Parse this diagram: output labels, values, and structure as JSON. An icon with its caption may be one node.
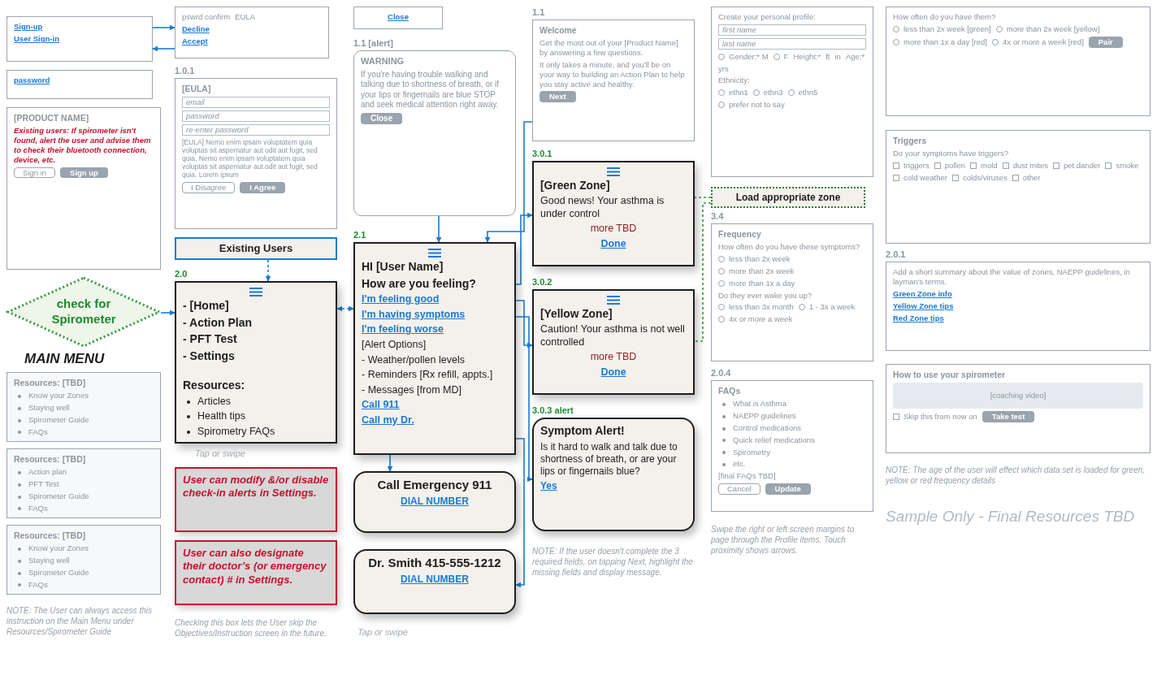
{
  "diagram": {
    "nodes": [
      {
        "text": [
          "Sign-up",
          "User Sign-in"
        ]
      },
      {
        "text": [
          "password"
        ]
      },
      {
        "text": [
          "pswrd confirm",
          "EULA",
          "Decline",
          "Accept"
        ]
      },
      {
        "text": [
          "Close"
        ]
      },
      {
        "text": [
          "[EULA]",
          "email",
          "password",
          "re-enter password",
          "[EULA] Nemo enim ipsam voluptatem quia voluptas sit aspernatur aut odit aut fugit, sed quia. Nemo enim ipsam voluptatem quia voluptas sit aspernatur aut odit aut fugit, sed quia. Lorem ipsum",
          "I Disagree",
          "I Agree"
        ],
        "beside": [
          "1.0.1"
        ]
      },
      {
        "text": [
          "WARNING",
          "If you're having trouble walking and talking due to shortness of breath, or if your lips or fingernails are blue STOP and seek medical attention right away.",
          "Close"
        ],
        "beside": [
          "1.1 [alert]"
        ]
      },
      {
        "text": [
          "Welcome",
          "Get the most out of your [Product Name] by answering a few questions.",
          "It only takes a minute, and you'll be on your way to building an Action Plan to help you stay active and healthy.",
          "Next"
        ],
        "beside": [
          "1.1"
        ]
      },
      {
        "text": [
          "Create your personal profile:",
          "first name",
          "last name",
          "Gender:* M",
          "F",
          "Height:*",
          "ft",
          "in",
          "Age:*",
          "yrs",
          "Ethnicity:",
          "ethn1",
          "ethn3",
          "ethn5",
          "prefer not to say"
        ]
      },
      {
        "text": [
          "How often do you have them?",
          "less than 2x week [green]",
          "more than 2x week [yellow]",
          "more than 1x a day [red]",
          "4x or more a week [red]",
          "Pair"
        ]
      },
      {
        "text": [
          "[PRODUCT NAME]",
          "Existing users: If spirometer isn't found, alert the user and advise them to check their bluetooth connection, device, etc.",
          "Sign in",
          "Sign up"
        ]
      },
      {
        "text": [
          "check for Spirometer"
        ]
      },
      {
        "text": [
          "Existing Users"
        ]
      },
      {
        "text": [
          "- [Home]",
          "- Action Plan",
          "- PFT Test",
          "- Settings",
          "Resources:",
          "Articles",
          "Health tips",
          "Spirometry FAQs"
        ],
        "beside": [
          "2.0"
        ]
      },
      {
        "text": [
          "HI [User Name]",
          "How are you feeling?",
          "I'm feeling good",
          "I'm having symptoms",
          "I'm feeling worse",
          "[Alert Options]",
          "- Weather/pollen levels",
          "- Reminders [Rx refill, appts.]",
          "- Messages [from MD]",
          "Call 911",
          "Call my Dr."
        ],
        "beside": [
          "2.1"
        ]
      },
      {
        "text": [
          "[Green Zone]",
          "Good news! Your asthma is under control",
          "more TBD",
          "Done"
        ],
        "beside": [
          "3.0.1"
        ]
      },
      {
        "text": [
          "Load appropriate zone"
        ]
      },
      {
        "text": [
          "[Yellow Zone]",
          "Caution! Your asthma is not well controlled",
          "more TBD",
          "Done"
        ],
        "beside": [
          "3.0.2"
        ]
      },
      {
        "text": [
          "Symptom Alert!",
          "Is it hard to walk and talk due to shortness of breath, or are your lips or fingernails blue?",
          "Yes"
        ],
        "beside": [
          "3.0.3 alert"
        ]
      },
      {
        "text": [
          "Call Emergency 911",
          "DIAL NUMBER"
        ]
      },
      {
        "text": [
          "Dr. Smith 415-555-1212",
          "DIAL NUMBER"
        ]
      },
      {
        "text": [
          "User can modify &/or disable check-in alerts in Settings."
        ]
      },
      {
        "text": [
          "User can also designate their doctor’s (or emergency contact) # in Settings."
        ]
      },
      {
        "text": [
          "Resources: [TBD]",
          "Know your Zones",
          "Staying well",
          "Spirometer Guide",
          "FAQs"
        ]
      },
      {
        "text": [
          "Resources: [TBD]",
          "Action plan",
          "PFT Test",
          "Spirometer Guide",
          "FAQs"
        ]
      },
      {
        "text": [
          "Resources: [TBD]",
          "Know your Zones",
          "Staying well",
          "Spirometer Guide",
          "FAQs"
        ]
      },
      {
        "text": [
          "Frequency",
          "How often do you have these symptoms?",
          "less than 2x week",
          "more than 2x week",
          "more than 1x a day",
          "Do they ever wake you up?",
          "less than 3x month",
          "1 - 3x a week",
          "4x or more a week"
        ],
        "beside": [
          "3.4"
        ]
      },
      {
        "text": [
          "FAQs",
          "What is Asthma",
          "NAEPP guidelines",
          "Control medications",
          "Quick relief medications",
          "Spirometry",
          "etc.",
          "[final FAQs TBD]",
          "Cancel",
          "Update"
        ],
        "beside": [
          "2.0.4"
        ]
      },
      {
        "text": [
          "Triggers",
          "Do your symptoms have triggers?",
          "triggers",
          "pollen",
          "mold",
          "dust mites",
          "pet dander",
          "smoke",
          "cold weather",
          "colds/viruses",
          "other"
        ]
      },
      {
        "text": [
          "Add a short summary about the value of zones, NAEPP guidelines, in layman's terms.",
          "Green Zone info",
          "Yellow Zone tips",
          "Red Zone tips"
        ],
        "beside": [
          "2.0.1"
        ]
      },
      {
        "text": [
          "How to use your spirometer",
          "[coaching video]",
          "Skip this from now on",
          "Take test"
        ]
      }
    ],
    "edges": [
      {
        "from": 0,
        "to": 2,
        "arrow": "to"
      },
      {
        "from": 2,
        "to": 0,
        "arrow": "to"
      },
      {
        "from": 11,
        "to": 12,
        "arrow": "to",
        "style": "dashed"
      },
      {
        "from": 12,
        "to": 13,
        "arrow": "both",
        "style": "dashed"
      },
      {
        "from": 5,
        "to": 13,
        "arrow": "to"
      },
      {
        "from": 6,
        "to": 13,
        "arrow": "to"
      },
      {
        "from": 10,
        "to": 12,
        "arrow": "to"
      },
      {
        "from": 13,
        "to": 14,
        "arrow": "to"
      },
      {
        "from": 13,
        "to": 16,
        "arrow": "to"
      },
      {
        "from": 13,
        "to": 17,
        "arrow": "to"
      },
      {
        "from": 13,
        "to": 18,
        "arrow": "to"
      },
      {
        "from": 13,
        "to": 19,
        "arrow": "to"
      },
      {
        "from": 15,
        "to": 14,
        "arrow": "none",
        "style": "dashed",
        "color": "#2e9a3a"
      },
      {
        "from": 15,
        "to": 16,
        "arrow": "none",
        "style": "dashed",
        "color": "#2e9a3a"
      }
    ],
    "labels": [
      "MAIN MENU",
      "Tap or swipe",
      "Tap or swipe",
      "NOTE: The User can always access this instruction on the Main Menu under Resources/Spirometer Guide",
      "Checking this box lets the User skip the Objectives/Instruction screen in the future.",
      "NOTE: If the user doesn't complete the 3 required fields, on tapping Next, highlight the missing fields and display message.",
      "Swipe the right or left screen margins to page through the Profile items. Touch proximity shows arrows.",
      "NOTE: The age of the user will effect which data set is loaded for green, yellow or red frequency details",
      "Sample Only - Final Resources TBD"
    ]
  }
}
